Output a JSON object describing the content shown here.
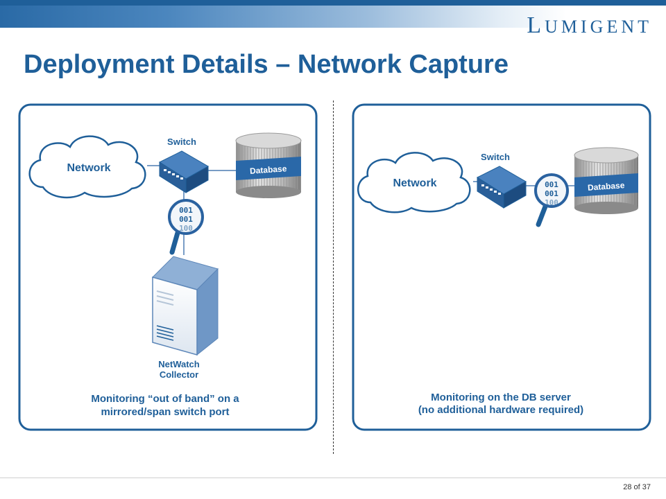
{
  "header": {
    "logo_text": "LUMIGENT",
    "title": "Deployment Details – Network Capture"
  },
  "colors": {
    "brand": "#1f5f99",
    "panel_border": "#1f5f99",
    "server": "#6f97c6"
  },
  "icons": [
    "cloud-icon",
    "switch-icon",
    "database-icon",
    "magnifier-icon",
    "server-icon"
  ],
  "left_panel": {
    "network_label": "Network",
    "switch_label": "Switch",
    "database_label": "Database",
    "capture_bits": [
      "001",
      "001",
      "100"
    ],
    "collector_line1": "NetWatch",
    "collector_line2": "Collector",
    "caption_line1": "Monitoring “out of band” on a",
    "caption_line2": "mirrored/span switch port"
  },
  "right_panel": {
    "network_label": "Network",
    "switch_label": "Switch",
    "database_label": "Database",
    "capture_bits": [
      "001",
      "001",
      "100"
    ],
    "caption_line1": "Monitoring on the DB server",
    "caption_line2": "(no additional hardware required)"
  },
  "footer": {
    "page": "28 of 37"
  }
}
